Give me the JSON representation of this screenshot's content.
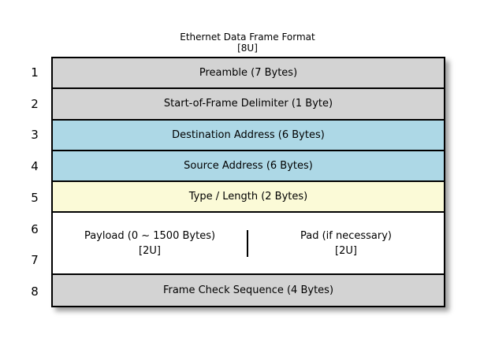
{
  "header": {
    "title": "Ethernet Data Frame Format",
    "subtitle": "[8U]"
  },
  "gutter": {
    "numbers": [
      "1",
      "2",
      "3",
      "4",
      "5",
      "6",
      "7",
      "8"
    ]
  },
  "frame_table": {
    "rows": [
      {
        "label": "Preamble (7 Bytes)",
        "fill": "#d3d3d3",
        "height_units": 1
      },
      {
        "label": "Start-of-Frame Delimiter (1 Byte)",
        "fill": "#d3d3d3",
        "height_units": 1
      },
      {
        "label": "Destination Address (6 Bytes)",
        "fill": "#add8e6",
        "height_units": 1
      },
      {
        "label": "Source Address (6 Bytes)",
        "fill": "#add8e6",
        "height_units": 1
      },
      {
        "label": "Type / Length (2 Bytes)",
        "fill": "#fbfad7",
        "height_units": 1
      },
      {
        "fill": "#ffffff",
        "height_units": 2,
        "cells": [
          {
            "label": "Payload (0 ~ 1500 Bytes)",
            "sublabel": "[2U]"
          },
          {
            "label": "Pad (if necessary)",
            "sublabel": "[2U]"
          }
        ]
      },
      {
        "label": "Frame Check Sequence (4 Bytes)",
        "fill": "#d3d3d3",
        "height_units": 1
      }
    ]
  },
  "colors": {
    "border": "#000000",
    "gray_fill": "#d3d3d3",
    "blue_fill": "#add8e6",
    "yellow_fill": "#fbfad7",
    "white_fill": "#ffffff",
    "background": "#ffffff",
    "text": "#000000"
  }
}
